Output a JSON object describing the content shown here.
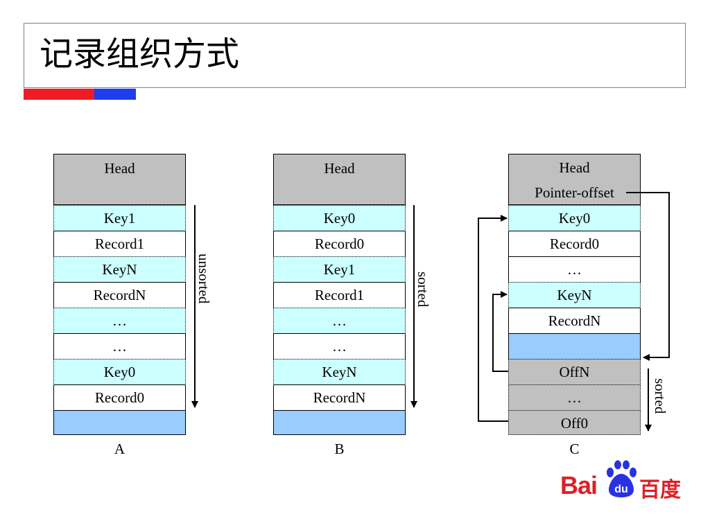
{
  "slide": {
    "title": "记录组织方式"
  },
  "colors": {
    "accent_red": "#ee1c25",
    "accent_blue": "#1e3cf0",
    "head_fill": "#c0c0c0",
    "key_fill": "#ccffff",
    "empty_fill": "#99ccff",
    "logo_red": "#de1f26",
    "logo_blue": "#2932e1"
  },
  "layouts": {
    "a": {
      "caption": "A",
      "direction_label": "unsorted",
      "head": "Head",
      "rows": [
        "Key1",
        "Record1",
        "KeyN",
        "RecordN",
        "…",
        "…",
        "Key0",
        "Record0",
        ""
      ]
    },
    "b": {
      "caption": "B",
      "direction_label": "sorted",
      "head": "Head",
      "rows": [
        "Key0",
        "Record0",
        "Key1",
        "Record1",
        "…",
        "…",
        "KeyN",
        "RecordN",
        ""
      ]
    },
    "c": {
      "caption": "C",
      "direction_label": "sorted",
      "head": "Head",
      "head_pointer": "Pointer-offset",
      "rows": [
        "Key0",
        "Record0",
        "…",
        "KeyN",
        "RecordN",
        "",
        "OffN",
        "…",
        "Off0"
      ]
    }
  },
  "logo": {
    "latin": "Bai",
    "paw": "du",
    "chinese": "百度"
  }
}
